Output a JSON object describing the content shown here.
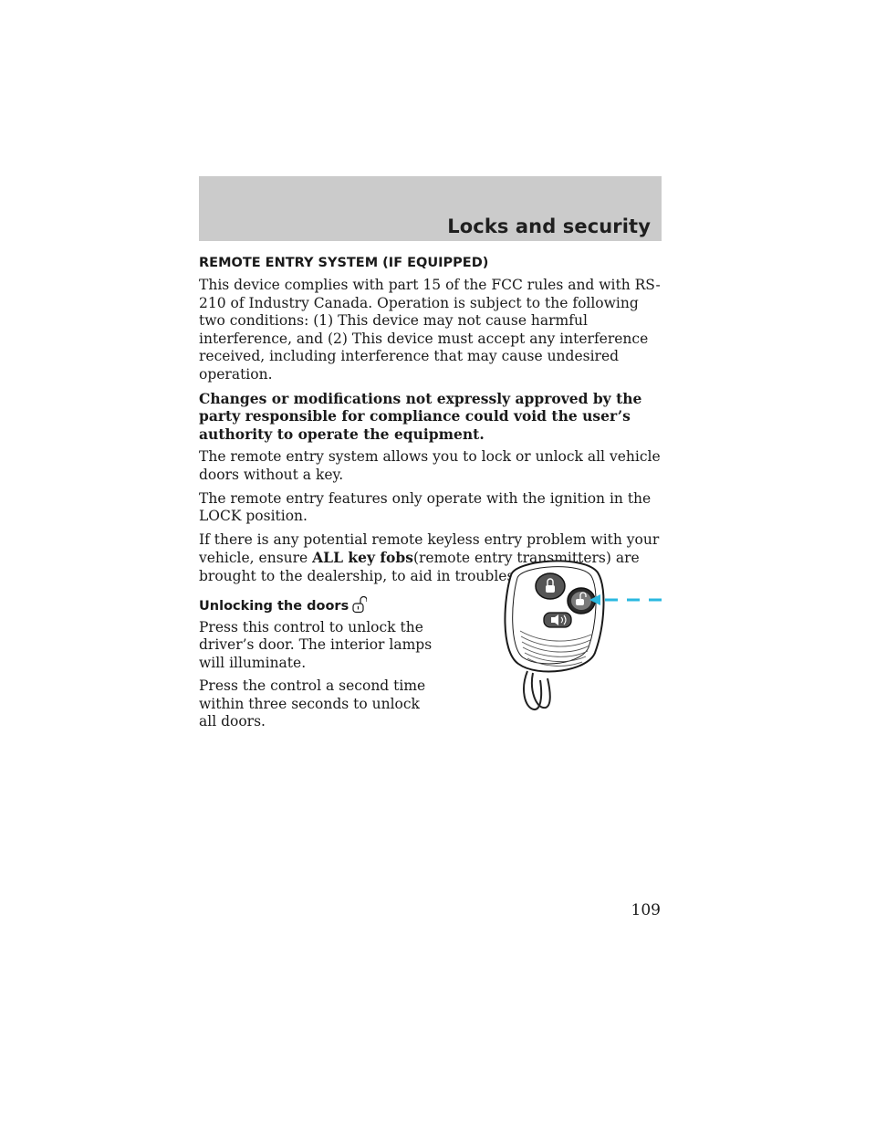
{
  "header": {
    "section_title": "Locks and security"
  },
  "content": {
    "heading": "REMOTE ENTRY SYSTEM (IF EQUIPPED)",
    "fcc_paragraph": "This device complies with part 15 of the FCC rules and with RS-210 of Industry Canada. Operation is subject to the following two conditions: (1) This device may not cause harmful interference, and (2) This device must accept any interference received, including interference that may cause undesired operation.",
    "warning_paragraph": "Changes or modifications not expressly approved by the party responsible for compliance could void the user’s authority to operate the equipment.",
    "intro_paragraph": "The remote entry system allows you to lock or unlock all vehicle doors without a key.",
    "ignition_paragraph": "The remote entry features only operate with the ignition in the LOCK position.",
    "problem_before": "If there is any potential remote keyless entry problem with your vehicle, ensure",
    "problem_bold": "ALL key fobs",
    "problem_after": "(remote entry transmitters) are brought to the dealership, to aid in troubleshooting.",
    "subheading": "Unlocking the doors",
    "unlock_paragraph_1": "Press this control to unlock the driver’s door. The interior lamps will illuminate.",
    "unlock_paragraph_2": "Press the control a second time within three seconds to unlock all doors."
  },
  "icons": {
    "unlock_icon": "unlocked-padlock-icon",
    "fob_image": "key-fob-illustration",
    "pointer": "dashed-arrow-pointer"
  },
  "colors": {
    "header_band": "#cbcbcb",
    "pointer": "#2ab8e0"
  },
  "footer": {
    "page_number": "109"
  }
}
